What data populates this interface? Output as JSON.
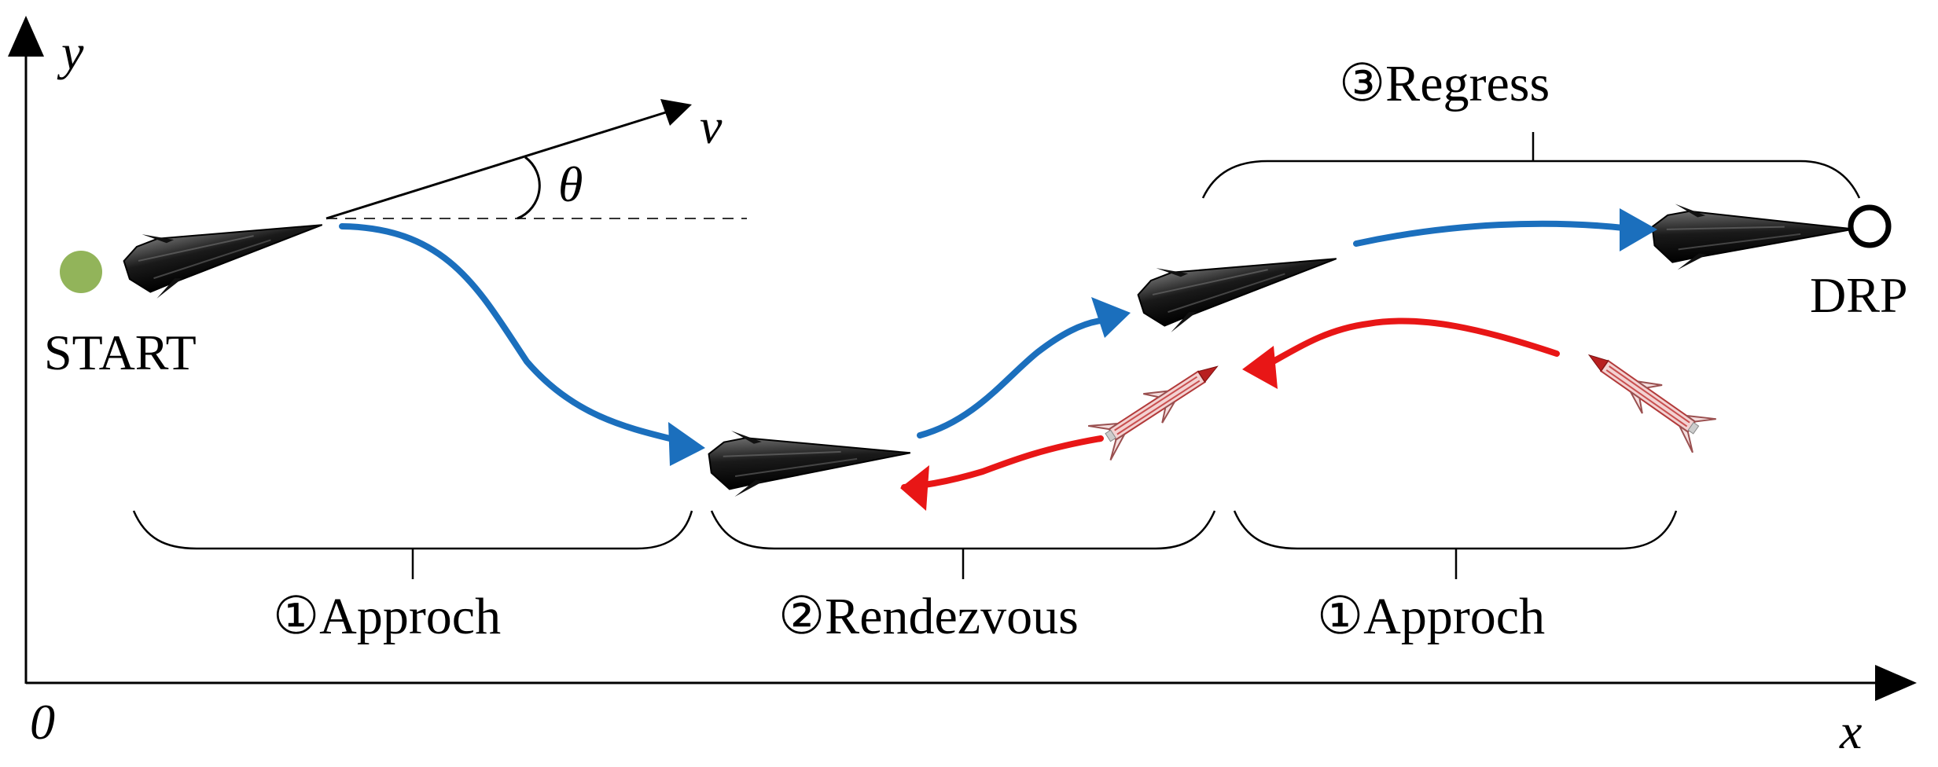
{
  "axes": {
    "x_label": "x",
    "y_label": "y",
    "origin_label": "0"
  },
  "vectors": {
    "velocity_label": "v",
    "angle_label": "θ"
  },
  "points": {
    "start_label": "START",
    "drp_label": "DRP",
    "start_color": "#92b45a"
  },
  "stages": {
    "approach_1": "①Approch",
    "rendezvous": "②Rendezvous",
    "approach_2": "①Approch",
    "regress": "③Regress"
  },
  "colors": {
    "vehicle_path": "#1b6fbd",
    "interceptor_path": "#e81616",
    "vehicle_body": "#1c1c1c",
    "interceptor_body": "#f2c8c8"
  }
}
